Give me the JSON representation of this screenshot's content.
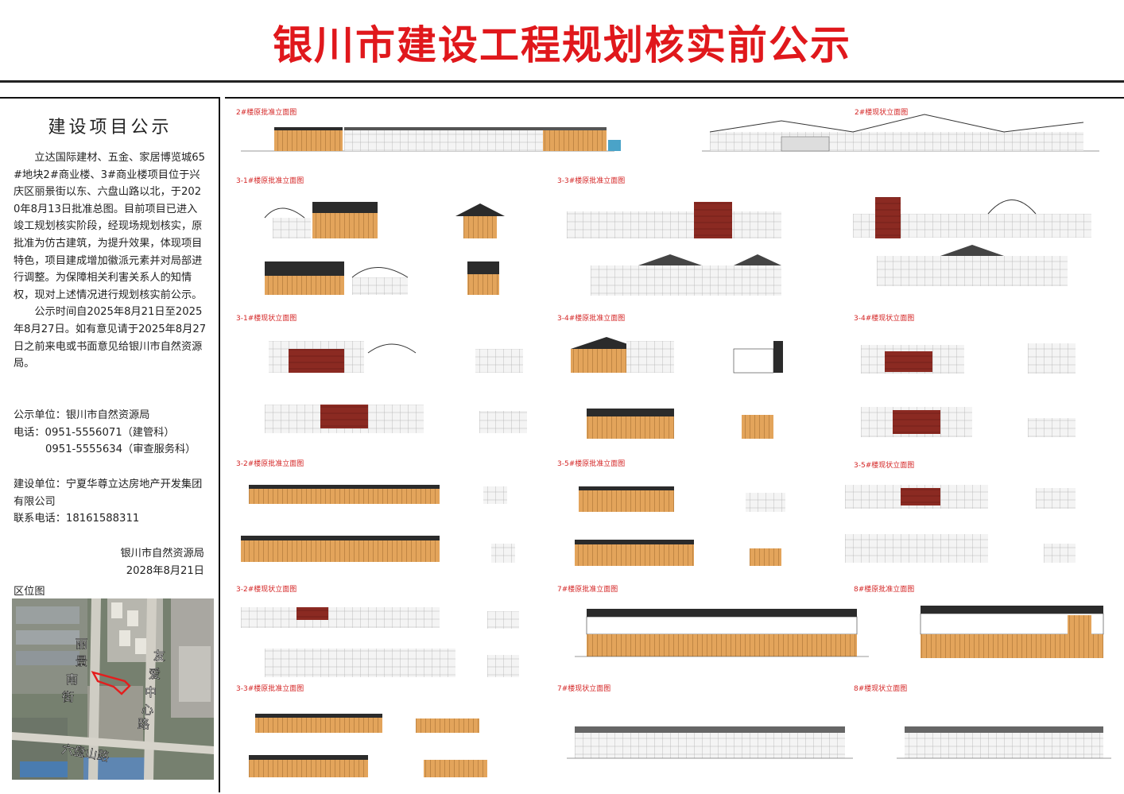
{
  "header": {
    "title": "银川市建设工程规划核实前公示"
  },
  "notice": {
    "heading": "建设项目公示",
    "paragraph1": "立达国际建材、五金、家居博览城65#地块2#商业楼、3#商业楼项目位于兴庆区丽景街以东、六盘山路以北，于2020年8月13日批准总图。目前项目已进入竣工规划核实阶段，经现场规划核实，原批准为仿古建筑，为提升效果，体现项目特色，项目建成增加徽派元素并对局部进行调整。为保障相关利害关系人的知情权，现对上述情况进行规划核实前公示。",
    "paragraph2": "公示时间自2025年8月21日至2025年8月27日。如有意见请于2025年8月27日之前来电或书面意见给银川市自然资源局。",
    "publisher": "公示单位：银川市自然资源局",
    "phone1": "电话：0951-5556071（建管科）",
    "phone2": "0951-5555634（审查服务科）",
    "builder": "建设单位：宁夏华尊立达房地产开发集团有限公司",
    "builder_phone": "联系电话：18161588311",
    "signature_org": "银川市自然资源局",
    "signature_date": "2028年8月21日",
    "map_label": "区位图"
  },
  "map": {
    "road_north_south": [
      "丽",
      "景",
      "南",
      "街"
    ],
    "road_east": [
      "友",
      "爱",
      "中",
      "心",
      "路"
    ],
    "road_south": "六盘山路"
  },
  "captions": {
    "c01": "2#楼原批准立面图",
    "c02": "2#楼现状立面图",
    "c03": "3-1#楼原批准立面图",
    "c04": "3-3#楼原批准立面图",
    "c05": "3-1#楼现状立面图",
    "c06": "3-4#楼原批准立面图",
    "c07": "3-4#楼现状立面图",
    "c08": "3-2#楼原批准立面图",
    "c09": "3-5#楼原批准立面图",
    "c10": "3-5#楼现状立面图",
    "c11": "3-2#楼现状立面图",
    "c12": "7#楼原批准立面图",
    "c13": "8#楼原批准立面图",
    "c14": "3-3#楼原批准立面图",
    "c15": "7#楼现状立面图",
    "c16": "8#楼现状立面图"
  },
  "colors": {
    "title_red": "#e0181c",
    "caption_red": "#d42424",
    "timber": "#e0a35a",
    "roof": "#2b2b2b",
    "brick": "#8b2a22"
  }
}
